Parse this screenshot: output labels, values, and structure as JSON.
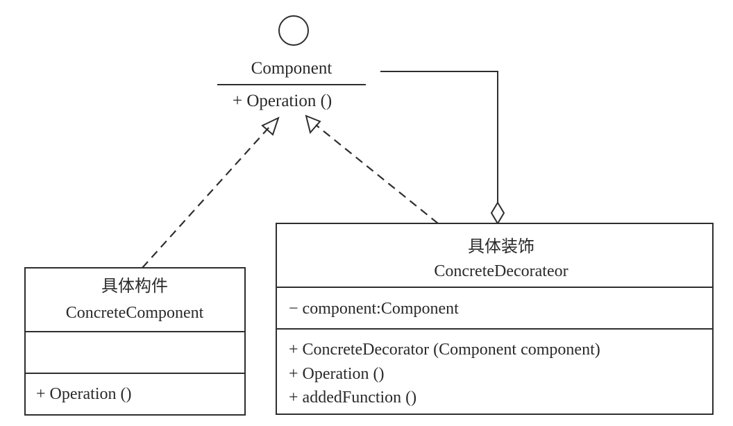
{
  "diagram": {
    "type": "uml-class-diagram",
    "pattern": "Decorator",
    "interface": {
      "name": "Component",
      "symbol": "interface-lollipop",
      "operations": [
        "+ Operation ()"
      ]
    },
    "concrete_component": {
      "name_cn": "具体构件",
      "name": "ConcreteComponent",
      "attributes": [],
      "operations": [
        "+ Operation ()"
      ]
    },
    "concrete_decorator": {
      "name_cn": "具体装饰",
      "name": "ConcreteDecorateor",
      "attributes": [
        "− component:Component"
      ],
      "operations": [
        "+ ConcreteDecorator (Component component)",
        "+ Operation ()",
        "+ addedFunction ()"
      ]
    },
    "relationships": [
      {
        "from": "ConcreteComponent",
        "to": "Component",
        "kind": "realization"
      },
      {
        "from": "ConcreteDecorateor",
        "to": "Component",
        "kind": "realization"
      },
      {
        "from": "ConcreteDecorateor",
        "to": "Component",
        "kind": "aggregation"
      }
    ],
    "colors": {
      "line": "#2e2e2e",
      "text": "#2a2a2a",
      "background": "#ffffff"
    }
  }
}
